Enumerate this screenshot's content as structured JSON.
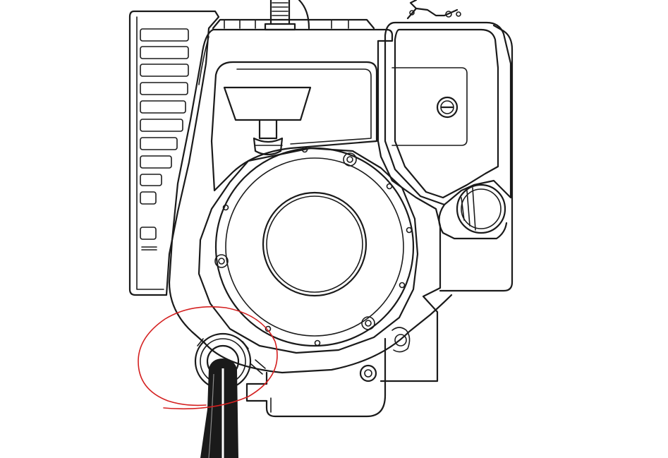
{
  "diagram": {
    "subject": "engine-line-drawing",
    "annotation": {
      "shape": "hand-drawn-circle",
      "color": "#d42020",
      "target": "oil-drain-plug"
    },
    "colors": {
      "line": "#1a1a1a",
      "background": "#ffffff"
    }
  }
}
